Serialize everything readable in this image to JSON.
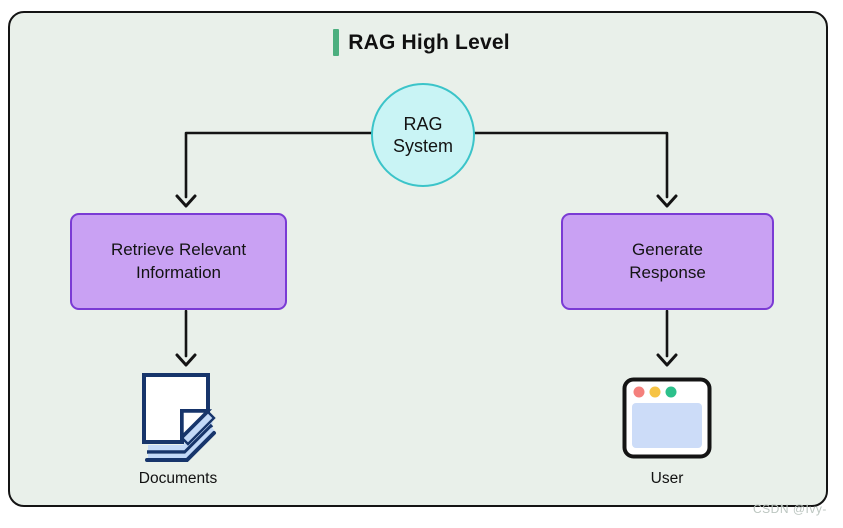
{
  "title": {
    "text": "RAG High Level"
  },
  "diagram": {
    "center_node": {
      "label": "RAG System"
    },
    "left_box": {
      "label": "Retrieve Relevant Information"
    },
    "right_box": {
      "label": "Generate Response"
    },
    "left_leaf": {
      "label": "Documents",
      "icon": "documents-stack-icon"
    },
    "right_leaf": {
      "label": "User",
      "icon": "browser-window-icon"
    }
  },
  "colors": {
    "panel_background": "#e9f0ea",
    "panel_border": "#141414",
    "title_accent_green": "#4caf7f",
    "circle_fill": "#c9f4f5",
    "circle_border": "#3bc4c9",
    "box_fill": "#c9a1f3",
    "box_border": "#7a3bd4",
    "arrow": "#141414",
    "doc_outline_navy": "#17356b",
    "doc_page_blue": "#c3d9f8",
    "browser_content_blue": "#ccdcf8",
    "dot_red": "#f4807c",
    "dot_yellow": "#f6c344",
    "dot_green": "#2cc08b"
  },
  "watermark": {
    "text": "CSDN @Ivy-"
  }
}
